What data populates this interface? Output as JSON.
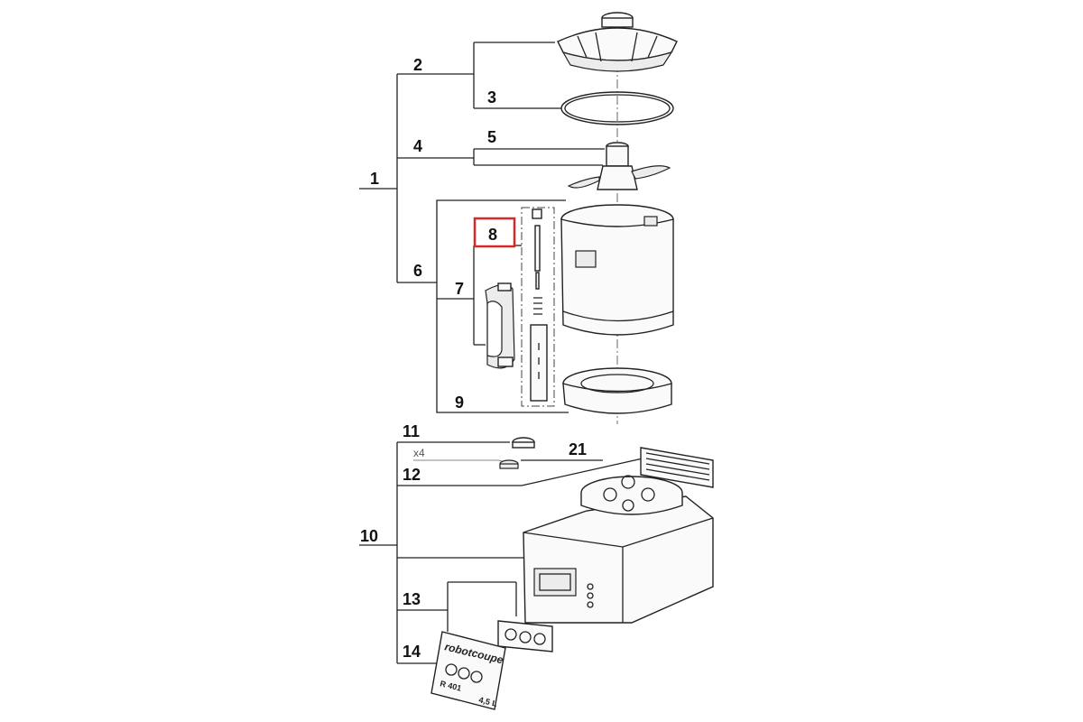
{
  "diagram": {
    "labels": {
      "l1": "1",
      "l2": "2",
      "l3": "3",
      "l4": "4",
      "l5": "5",
      "l6": "6",
      "l7": "7",
      "l8": "8",
      "l9": "9",
      "l10": "10",
      "l11": "11",
      "l12": "12",
      "l13": "13",
      "l14": "14",
      "l21": "21",
      "qty": "x4"
    },
    "highlight_color": "#d62828",
    "nameplate": {
      "brand_left": "robot",
      "brand_right": "coupe",
      "model": "R 401",
      "capacity": "4,5 L"
    }
  }
}
